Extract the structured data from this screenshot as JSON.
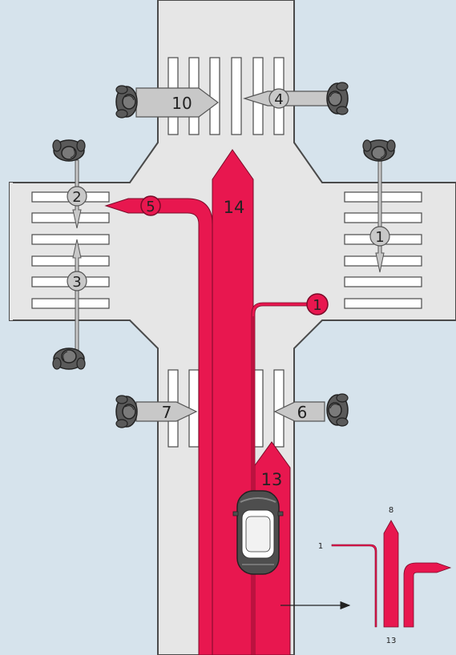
{
  "colors": {
    "background": "#d6e3ec",
    "road": "#e6e6e6",
    "road_edge": "#4a4a4a",
    "crosswalk": "#ffffff",
    "vehicle_path": "#e8174f",
    "pedestrian_arrow": "#c8c8c8",
    "pedestrian": "#5a5a5a"
  },
  "pedestrian_arrows": [
    {
      "label": "10",
      "direction": "right"
    },
    {
      "label": "4",
      "direction": "left"
    },
    {
      "label": "2",
      "direction": "down"
    },
    {
      "label": "3",
      "direction": "up"
    },
    {
      "label": "1",
      "direction": "down"
    },
    {
      "label": "7",
      "direction": "right"
    },
    {
      "label": "6",
      "direction": "left"
    }
  ],
  "vehicle_paths": [
    {
      "label": "14",
      "movement": "straight-through"
    },
    {
      "label": "5",
      "movement": "left-turn"
    },
    {
      "label": "1",
      "movement": "right-turn"
    },
    {
      "label": "13",
      "movement": "approach"
    }
  ],
  "vehicle": {
    "icon": "car-top-view-icon"
  },
  "legend": {
    "label_left": "1",
    "label_top": "8",
    "label_bottom": "13",
    "pointer_icon": "arrow-right-icon"
  }
}
